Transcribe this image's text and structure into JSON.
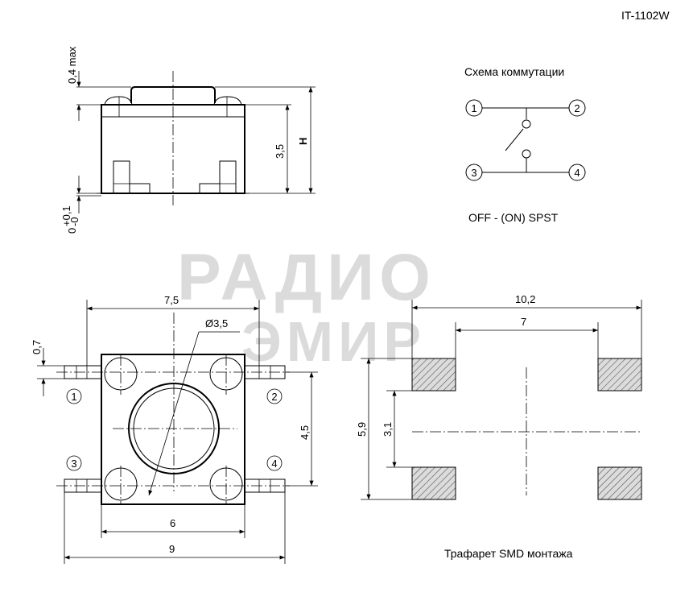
{
  "part_number": "IT-1102W",
  "schematic": {
    "title": "Схема коммутации",
    "pins": [
      "1",
      "2",
      "3",
      "4"
    ],
    "mode": "OFF - (ON)  SPST"
  },
  "side_view": {
    "dim_top": "0,4 max",
    "dim_body": "3,5",
    "dim_total": "H",
    "dim_bottom": "0",
    "dim_bottom_tol_plus": "+0,1",
    "dim_bottom_tol_minus": "-0"
  },
  "top_view": {
    "dim_width": "7,5",
    "dim_button": "Ø3,5",
    "dim_pin": "0,7",
    "dim_pitch_y": "4,5",
    "dim_body_w": "6",
    "dim_overall": "9",
    "pins": [
      "1",
      "2",
      "3",
      "4"
    ]
  },
  "footprint": {
    "dim_outer_x": "10,2",
    "dim_inner_x": "7",
    "dim_outer_y": "5,9",
    "dim_inner_y": "3,1",
    "caption": "Трафарет  SMD  монтажа"
  },
  "watermark": {
    "line1": "РАДИО",
    "line2": "ЭМИР"
  }
}
